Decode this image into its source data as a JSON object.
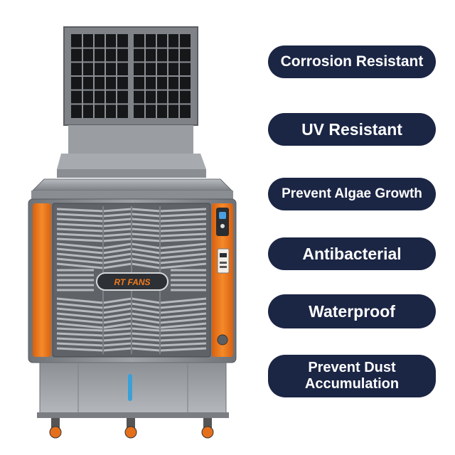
{
  "product": {
    "brand_logo": "RT FANS",
    "accent_color": "#f07a1f",
    "body_color": "#8d9196",
    "dark_color": "#3b3f44"
  },
  "features": [
    {
      "label": "Corrosion Resistant"
    },
    {
      "label": "UV Resistant"
    },
    {
      "label": "Prevent Algae Growth"
    },
    {
      "label": "Antibacterial"
    },
    {
      "label": "Waterproof"
    },
    {
      "label": "Prevent Dust\nAccumulation"
    }
  ],
  "colors": {
    "pill_background": "#1b2544",
    "pill_text": "#ffffff"
  }
}
